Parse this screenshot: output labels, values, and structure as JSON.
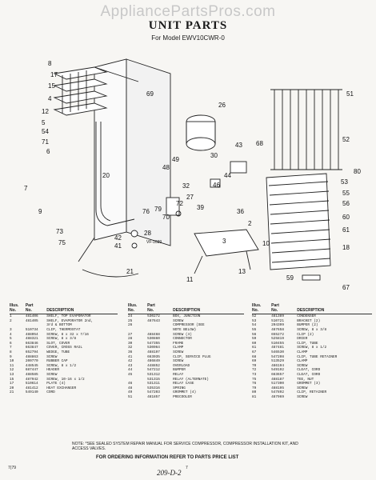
{
  "watermark": "AppliancePartsPros.com",
  "title": "UNIT PARTS",
  "subtitle": "For Model EWV10CWR-0",
  "diagram": {
    "callouts": [
      "8",
      "17",
      "15",
      "4",
      "12",
      "5",
      "54",
      "71",
      "6",
      "69",
      "20",
      "26",
      "30",
      "68",
      "51",
      "43",
      "49",
      "48",
      "44",
      "46",
      "32",
      "27",
      "39",
      "36",
      "2",
      "52",
      "80",
      "53",
      "55",
      "56",
      "59",
      "67",
      "60",
      "61",
      "72",
      "76",
      "70",
      "79",
      "28",
      "7",
      "9",
      "73",
      "75",
      "42",
      "41",
      "21",
      "11",
      "13",
      "10",
      "3",
      "18"
    ],
    "code": "VF-1039"
  },
  "table_headers": {
    "illus": "Illus.",
    "part": "Part",
    "no": "No.",
    "description": "DESCRIPTION"
  },
  "parts_col1": [
    {
      "illus": "1",
      "part": "481406",
      "desc": "SHELF, TOP EVAPORATOR"
    },
    {
      "illus": "2",
      "part": "481405",
      "desc": "SHELF, EVAPORATOR 2nd,"
    },
    {
      "illus": "",
      "part": "",
      "desc": "3rd & BOTTOM"
    },
    {
      "illus": "3",
      "part": "510734",
      "desc": "CLIP, THERMOSTAT"
    },
    {
      "illus": "4",
      "part": "488054",
      "desc": "SCREW, 8 x 32 x 7/16"
    },
    {
      "illus": "5",
      "part": "488321",
      "desc": "SCREW, 8 x 3/8"
    },
    {
      "illus": "6",
      "part": "663846",
      "desc": "SLOT, COVER"
    },
    {
      "illus": "7",
      "part": "663847",
      "desc": "COVER, CROSS RAIL"
    },
    {
      "illus": "8",
      "part": "652794",
      "desc": "WEDGE, TUBE"
    },
    {
      "illus": "9",
      "part": "488863",
      "desc": "SCREW"
    },
    {
      "illus": "10",
      "part": "200770",
      "desc": "RUBBER CAP"
    },
    {
      "illus": "11",
      "part": "448545",
      "desc": "SCREW, 8 x 1/2"
    },
    {
      "illus": "12",
      "part": "687447",
      "desc": "HEADER"
    },
    {
      "illus": "13",
      "part": "488585",
      "desc": "SCREW"
    },
    {
      "illus": "15",
      "part": "487942",
      "desc": "SCREW, 10-16 x 1/2"
    },
    {
      "illus": "17",
      "part": "510614",
      "desc": "PLATE (4)"
    },
    {
      "illus": "20",
      "part": "481412",
      "desc": "HEAT EXCHANGER"
    },
    {
      "illus": "21",
      "part": "549140",
      "desc": "CORD"
    }
  ],
  "parts_col2": [
    {
      "illus": "24",
      "part": "530272",
      "desc": "BOX, JUNCTION"
    },
    {
      "illus": "25",
      "part": "487643",
      "desc": "SCREW"
    },
    {
      "illus": "26",
      "part": "",
      "desc": "COMPRESSOR (SEE"
    },
    {
      "illus": "",
      "part": "",
      "desc": "NOTE BELOW)"
    },
    {
      "illus": "27",
      "part": "488468",
      "desc": "SCREW (4)"
    },
    {
      "illus": "28",
      "part": "530860",
      "desc": "CONNECTOR"
    },
    {
      "illus": "30",
      "part": "547355",
      "desc": "FRAME"
    },
    {
      "illus": "32",
      "part": "530064",
      "desc": "CLAMP"
    },
    {
      "illus": "36",
      "part": "488197",
      "desc": "SCREW"
    },
    {
      "illus": "41",
      "part": "663035",
      "desc": "CLIP, SERVICE PLUG"
    },
    {
      "illus": "42",
      "part": "486849",
      "desc": "SCREW"
    },
    {
      "illus": "43",
      "part": "448852",
      "desc": "OVERLOAD"
    },
    {
      "illus": "44",
      "part": "547212",
      "desc": "BUMPER"
    },
    {
      "illus": "45",
      "part": "531312",
      "desc": "RELAY"
    },
    {
      "illus": "",
      "part": "531315",
      "desc": "RELAY (ALTERNATE)"
    },
    {
      "illus": "46",
      "part": "531311",
      "desc": "RELAY CASE"
    },
    {
      "illus": "48",
      "part": "535316",
      "desc": "SPRING"
    },
    {
      "illus": "49",
      "part": "547203",
      "desc": "GROMMET (4)"
    },
    {
      "illus": "51",
      "part": "481857",
      "desc": "PRECOOLER"
    }
  ],
  "parts_col3": [
    {
      "illus": "52",
      "part": "481389",
      "desc": "CONDENSER"
    },
    {
      "illus": "53",
      "part": "510721",
      "desc": "BRACKET (2)"
    },
    {
      "illus": "54",
      "part": "204399",
      "desc": "BUMPER (2)"
    },
    {
      "illus": "55",
      "part": "487658",
      "desc": "SCREW, 8 x 3/8"
    },
    {
      "illus": "56",
      "part": "655272",
      "desc": "CLIP (2)"
    },
    {
      "illus": "59",
      "part": "525819",
      "desc": "DRIER"
    },
    {
      "illus": "60",
      "part": "510455",
      "desc": "CLIP, TUBE"
    },
    {
      "illus": "61",
      "part": "487481",
      "desc": "SCREW, 8 x 1/2"
    },
    {
      "illus": "67",
      "part": "546530",
      "desc": "CLAMP"
    },
    {
      "illus": "68",
      "part": "547208",
      "desc": "CLIP, TUBE RETAINER"
    },
    {
      "illus": "69",
      "part": "513529",
      "desc": "CLAMP"
    },
    {
      "illus": "70",
      "part": "486194",
      "desc": "SCREW"
    },
    {
      "illus": "72",
      "part": "549192",
      "desc": "CLEAT, CORD"
    },
    {
      "illus": "73",
      "part": "663657",
      "desc": "CLEAT, CORD"
    },
    {
      "illus": "75",
      "part": "488187",
      "desc": "TEE, NUT"
    },
    {
      "illus": "76",
      "part": "517300",
      "desc": "GROMMET (3)"
    },
    {
      "illus": "79",
      "part": "488195",
      "desc": "SCREW"
    },
    {
      "illus": "80",
      "part": "547892",
      "desc": "CLIP, RETAINER"
    },
    {
      "illus": "81",
      "part": "487969",
      "desc": "SCREW"
    }
  ],
  "note": "NOTE:  *SEE SEALED SYSTEM REPAIR MANUAL FOR SERVICE COMPRESSOR, COMPRESSOR INSTALLATION KIT, AND ACCESS VALVES.",
  "order_note": "FOR ORDERING INFORMATION REFER TO PARTS PRICE LIST",
  "footer_left": "7(79",
  "footer_page": "7",
  "footer_handwritten": "209-D-2"
}
